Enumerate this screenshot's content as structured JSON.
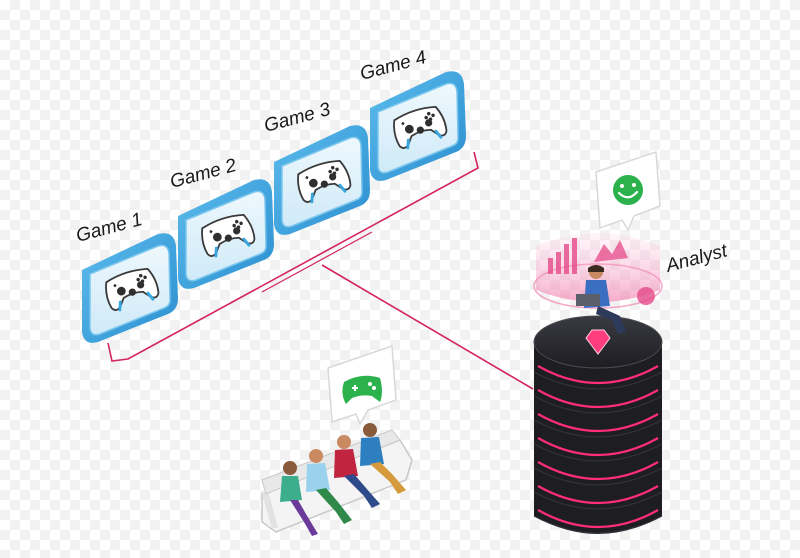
{
  "games": [
    {
      "label": "Game 1",
      "icon": "gamepad-icon"
    },
    {
      "label": "Game 2",
      "icon": "gamepad-icon"
    },
    {
      "label": "Game 3",
      "icon": "gamepad-icon"
    },
    {
      "label": "Game 4",
      "icon": "gamepad-icon"
    }
  ],
  "analyst": {
    "label": "Analyst",
    "bubble_icon": "smiley-icon"
  },
  "players": {
    "bubble_icon": "gamepad-icon",
    "count": 4
  },
  "server": {
    "logo_icon": "ruby-gem-icon"
  },
  "colors": {
    "tile_blue": "#3aa6e0",
    "tile_light": "#a9dcf6",
    "connector": "#d4245e",
    "server_dark": "#1d1d22",
    "server_glow": "#ff2d7a",
    "bubble_green": "#2bb24c",
    "hologram_pink": "#f06aa0"
  }
}
